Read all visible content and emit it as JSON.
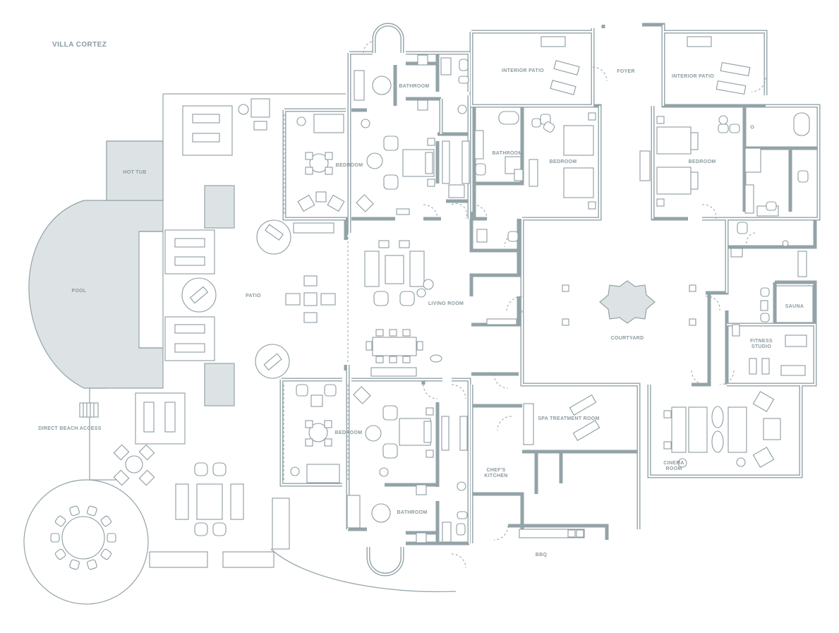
{
  "title": "VILLA CORTEZ",
  "rooms": {
    "hot_tub": "HOT TUB",
    "pool": "POOL",
    "patio": "PATIO",
    "direct_beach_access": "DIRECT BEACH ACCESS",
    "bathroom_top": "BATHROOM",
    "bedroom_top_left": "BEDROOM",
    "interior_patio_left": "INTERIOR PATIO",
    "bathroom_center": "BATHROOM",
    "bedroom_center": "BEDROOM",
    "foyer": "FOYER",
    "interior_patio_right": "INTERIOR PATIO",
    "bedroom_right": "BEDROOM",
    "living_room": "LIVING ROOM",
    "courtyard": "COURTYARD",
    "sauna": "SAUNA",
    "fitness_line1": "FITNESS",
    "fitness_line2": "STUDIO",
    "bedroom_bottom": "BEDROOM",
    "spa_treatment_room": "SPA TREATMENT ROOM",
    "cinema_line1": "CINEMA",
    "cinema_line2": "ROOM",
    "chefs_line1": "CHEF'S",
    "chefs_line2": "KITCHEN",
    "bathroom_bottom": "BATHROOM",
    "bbq": "BBQ"
  }
}
